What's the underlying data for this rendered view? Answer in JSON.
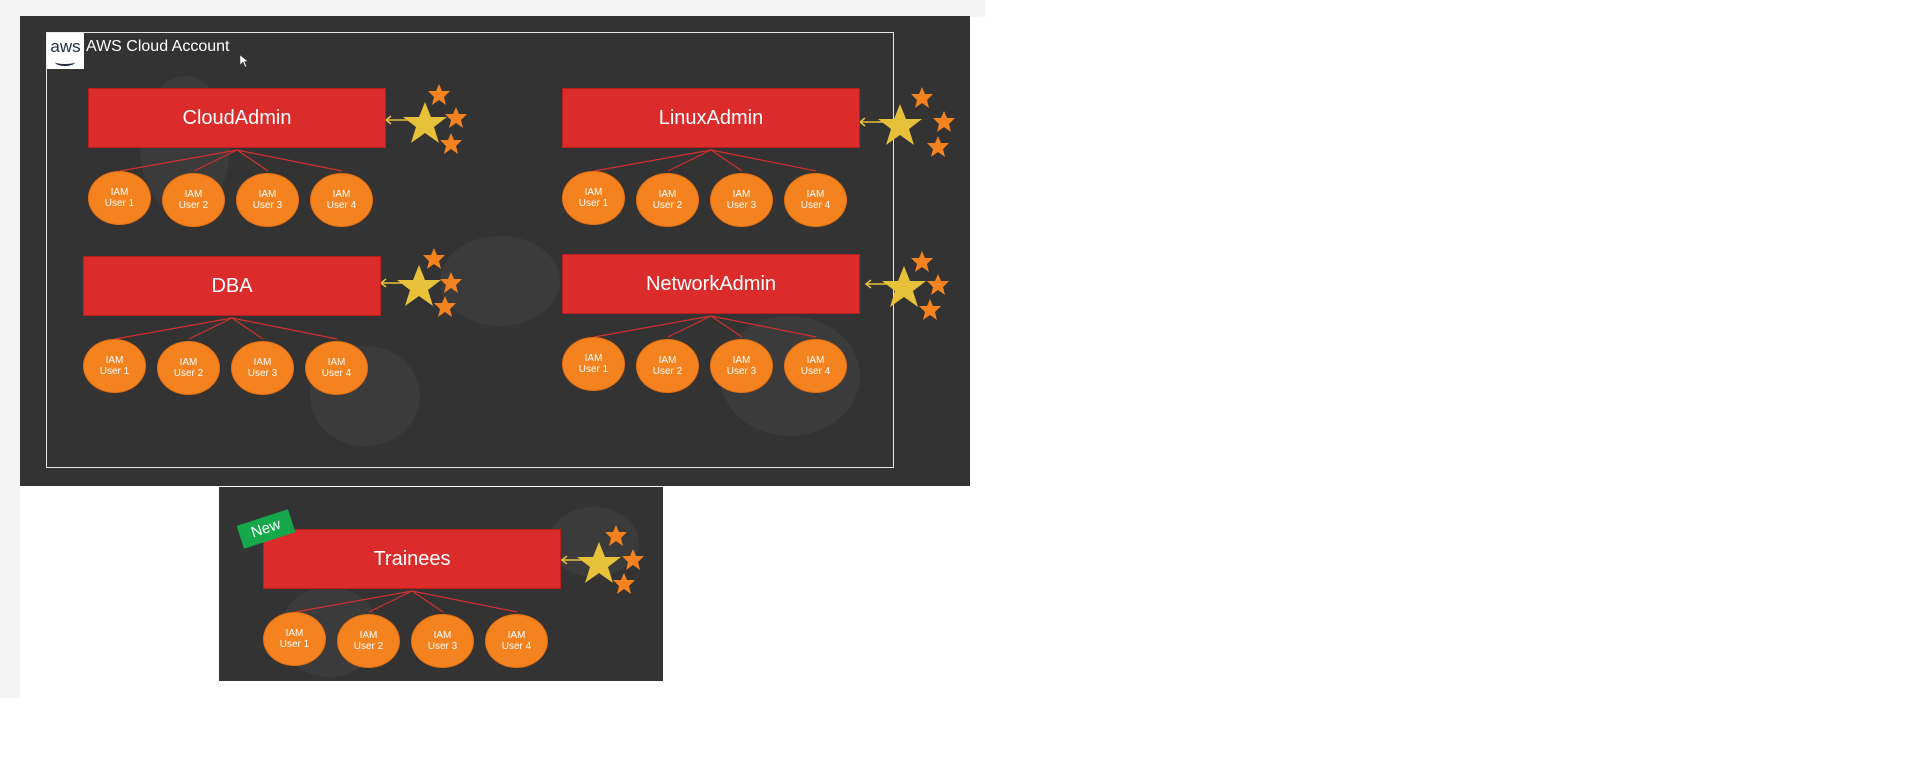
{
  "account": {
    "logo": "aws",
    "title": "AWS Cloud Account"
  },
  "groups": [
    {
      "name": "CloudAdmin",
      "users": [
        [
          "IAM",
          "User 1"
        ],
        [
          "IAM",
          "User 2"
        ],
        [
          "IAM",
          "User 3"
        ],
        [
          "IAM",
          "User 4"
        ]
      ]
    },
    {
      "name": "LinuxAdmin",
      "users": [
        [
          "IAM",
          "User 1"
        ],
        [
          "IAM",
          "User 2"
        ],
        [
          "IAM",
          "User 3"
        ],
        [
          "IAM",
          "User 4"
        ]
      ]
    },
    {
      "name": "DBA",
      "users": [
        [
          "IAM",
          "User 1"
        ],
        [
          "IAM",
          "User 2"
        ],
        [
          "IAM",
          "User 3"
        ],
        [
          "IAM",
          "User 4"
        ]
      ]
    },
    {
      "name": "NetworkAdmin",
      "users": [
        [
          "IAM",
          "User 1"
        ],
        [
          "IAM",
          "User 2"
        ],
        [
          "IAM",
          "User 3"
        ],
        [
          "IAM",
          "User 4"
        ]
      ]
    }
  ],
  "new_group": {
    "badge": "New",
    "name": "Trainees",
    "users": [
      [
        "IAM",
        "User 1"
      ],
      [
        "IAM",
        "User 2"
      ],
      [
        "IAM",
        "User 3"
      ],
      [
        "IAM",
        "User 4"
      ]
    ]
  },
  "colors": {
    "slide_bg": "#333333",
    "group_fill": "#dc2b2b",
    "user_fill": "#f4821f",
    "policy_star": "#e8c13a",
    "small_star": "#f4821f",
    "badge": "#14a84a"
  },
  "icons": [
    "aws-logo",
    "policy-star-icon",
    "arrow-icon",
    "cursor-icon"
  ]
}
